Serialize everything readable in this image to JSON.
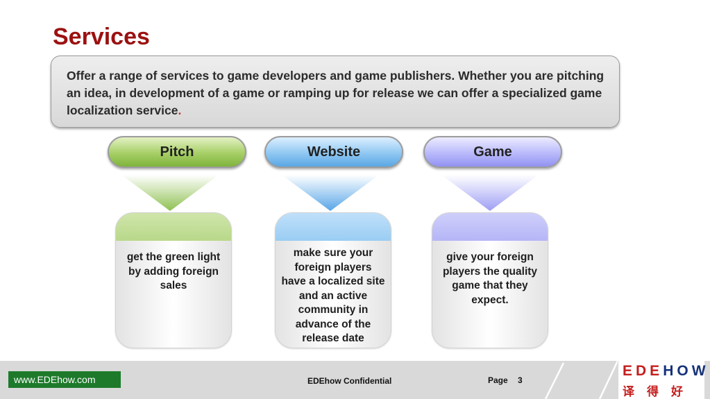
{
  "page": {
    "title": "Services",
    "intro": "Offer a range of services to game developers and game publishers. Whether you are pitching an idea, in development of a game or ramping up for release we can offer a specialized game localization service",
    "intro_end": "."
  },
  "colors": {
    "title": "#9b1111",
    "green": "#93c35a",
    "blue": "#6fb4ea",
    "purple": "#a5a5f7",
    "footer_tag": "#1d7a2a"
  },
  "services": [
    {
      "label": "Pitch",
      "description": "get the green light by adding foreign sales"
    },
    {
      "label": "Website",
      "description": "make sure your foreign players have a localized site and an active community in advance of the release date"
    },
    {
      "label": "Game",
      "description": "give your foreign players the quality game that they expect."
    }
  ],
  "footer": {
    "site": "www.EDEhow.com",
    "confidential": "EDEhow Confidential",
    "page_label": "Page",
    "page_number": "3",
    "logo_part1": "EDE",
    "logo_part2": "HOW",
    "logo_cn": "译得好"
  }
}
